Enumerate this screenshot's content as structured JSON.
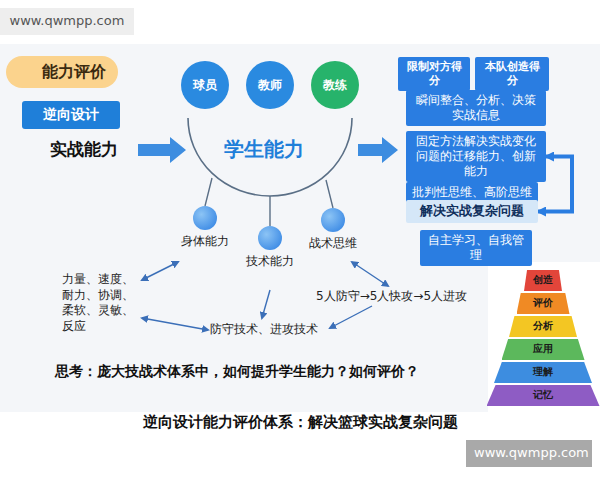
{
  "diagram": {
    "caption": "逆向设计能力评价体系：解决篮球实战复杂问题",
    "nodes": [
      {
        "text": [
          "能力评价"
        ]
      },
      {
        "text": [
          "逆向设计"
        ]
      },
      {
        "text": [
          "球员"
        ]
      },
      {
        "text": [
          "教师"
        ]
      },
      {
        "text": [
          "教练"
        ]
      },
      {
        "text": [
          "身体能力"
        ]
      },
      {
        "text": [
          "技术能力"
        ]
      },
      {
        "text": [
          "战术思维"
        ]
      },
      {
        "text": [
          "限制对方得分"
        ]
      },
      {
        "text": [
          "本队创造得分"
        ]
      },
      {
        "text": [
          "瞬间整合、分析、决策实战信息"
        ]
      },
      {
        "text": [
          "固定方法解决实战变化问题的迁移能力、创新能力"
        ]
      },
      {
        "text": [
          "批判性思维、高阶思维"
        ]
      },
      {
        "text": [
          "解决实战复杂问题"
        ]
      },
      {
        "text": [
          "自主学习、自我管理"
        ]
      },
      {
        "text": [
          "创造"
        ]
      },
      {
        "text": [
          "评价"
        ]
      },
      {
        "text": [
          "分析"
        ]
      },
      {
        "text": [
          "应用"
        ]
      },
      {
        "text": [
          "理解"
        ]
      },
      {
        "text": [
          "记忆"
        ]
      }
    ],
    "edges": [
      {
        "from": 11,
        "to": 13,
        "arrow": "both"
      }
    ],
    "labels": [
      "www.qwmpp.com",
      "实战能力",
      "学生能力",
      "力量、速度、耐力、协调、柔软、灵敏、反应",
      "防守技术、进攻技术",
      "5人防守→5人快攻→5人进攻",
      "思考：庞大技战术体系中，如何提升学生能力？如何评价？",
      "www.qwmpp.com"
    ]
  }
}
